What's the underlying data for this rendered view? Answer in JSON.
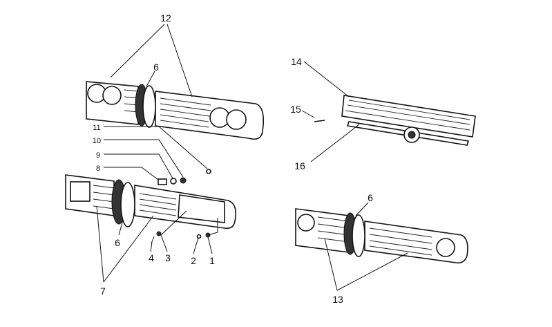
{
  "diagram": {
    "labels": {
      "l12": "12",
      "l6a": "6",
      "l11": "11",
      "l10": "10",
      "l9": "9",
      "l8": "8",
      "l6b": "6",
      "l7": "7",
      "l4": "4",
      "l3": "3",
      "l2": "2",
      "l1": "1",
      "l14": "14",
      "l15": "15",
      "l16": "16",
      "l6c": "6",
      "l13": "13"
    }
  }
}
